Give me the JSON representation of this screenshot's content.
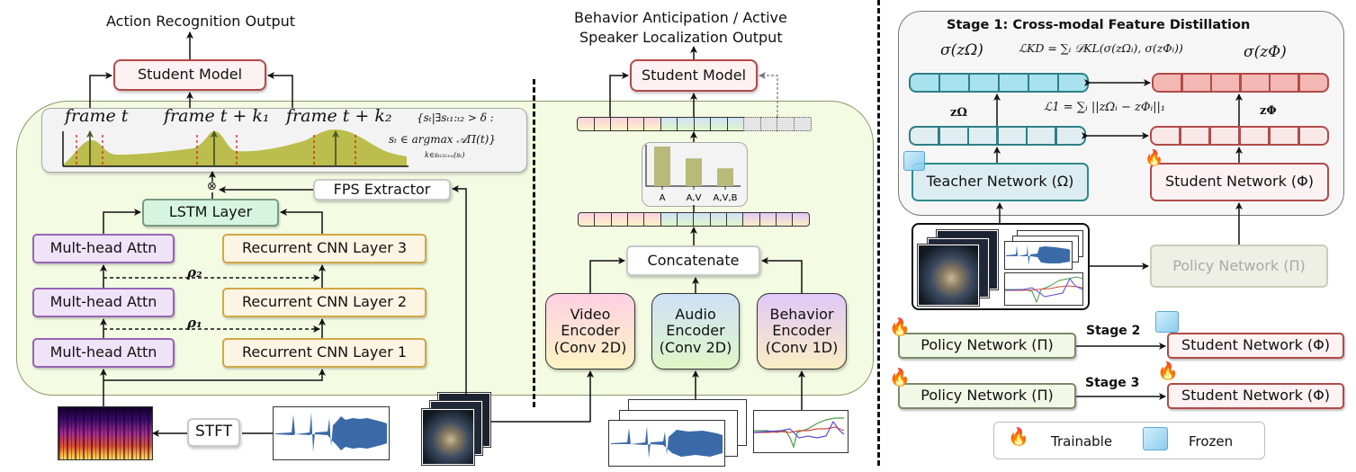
{
  "left_panel": {
    "output_label": "Action Recognition Output",
    "student_model": "Student Model",
    "frame_labels": [
      "frame t",
      "frame t + k₁",
      "frame t + k₂"
    ],
    "selection_formula_line1": "{sₜ|∃sₜ₁:ₜ₂ > δ :",
    "selection_formula_line2": "sₜ ∈ argmax 𝒜Π(t)}",
    "selection_formula_sub": "k∈sₜᵢ:ₜᵢ₊ᵤ(sₜ)",
    "fps_extractor": "FPS Extractor",
    "multiply_symbol": "⊗",
    "lstm": "LSTM Layer",
    "attention_layers": [
      "Mult-head Attn",
      "Mult-head Attn",
      "Mult-head Attn"
    ],
    "rcnn_layers": [
      "Recurrent CNN Layer 3",
      "Recurrent CNN Layer 2",
      "Recurrent CNN Layer 1"
    ],
    "rho_labels": [
      "ρ₂",
      "ρ₁"
    ],
    "stft": "STFT",
    "inputs": [
      "spectrogram-image",
      "audio-waveform-image",
      "egocentric-video-frames"
    ]
  },
  "middle_panel": {
    "output_label_line1": "Behavior Anticipation / Active",
    "output_label_line2": "Speaker Localization Output",
    "student_model": "Student Model",
    "bar_chart": {
      "categories": [
        "A",
        "A,V",
        "A,V,B"
      ],
      "values": [
        1.0,
        0.7,
        0.45
      ]
    },
    "concatenate": "Concatenate",
    "encoders": [
      {
        "line1": "Video",
        "line2": "Encoder",
        "line3": "(Conv 2D)"
      },
      {
        "line1": "Audio",
        "line2": "Encoder",
        "line3": "(Conv 2D)"
      },
      {
        "line1": "Behavior",
        "line2": "Encoder",
        "line3": "(Conv 1D)"
      }
    ],
    "inputs": [
      "audio-waveform-stack",
      "behavior-signal-plot"
    ]
  },
  "right_panel": {
    "stage1_title": "Stage 1: Cross-modal Feature Distillation",
    "sigma_teacher": "σ(zΩ)",
    "sigma_student": "σ(zΦ)",
    "loss_kd": "ℒKD = ∑ᵢ 𝒟KL(σ(zΩᵢ), σ(zΦᵢ))",
    "loss_l1": "ℒ1 = ∑ᵢ ||zΩᵢ − zΦᵢ||₁",
    "z_teacher": "zΩ",
    "z_student": "zΦ",
    "teacher_network": "Teacher Network (Ω)",
    "student_network": "Student Network (Φ)",
    "policy_network": "Policy Network (Π)",
    "stage2_label": "Stage 2",
    "stage3_label": "Stage 3",
    "legend": {
      "trainable": "Trainable",
      "frozen": "Frozen"
    }
  },
  "colors": {
    "green_panel": "#f3fbe3",
    "student_border": "#b24a4a",
    "teacher_border": "#2f8a8a",
    "teacher_fill": "#a8e2ee",
    "student_fill": "#f4b8b4",
    "bar_fill": "#b9b97a",
    "curve_fill": "#b5b73a"
  }
}
